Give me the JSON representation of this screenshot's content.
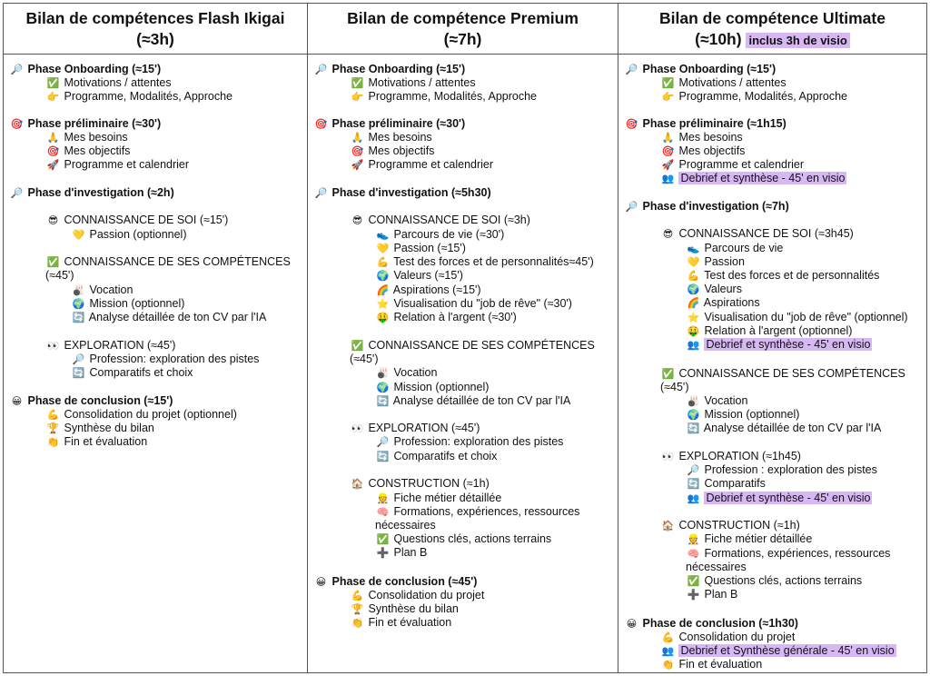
{
  "columns": [
    {
      "title": "Bilan de compétences Flash Ikigai",
      "duration": "(≈3h)",
      "badge": "",
      "lines": [
        {
          "icon": "🔎",
          "text": "Phase Onboarding (≈15')",
          "bold": true,
          "hl": false
        },
        {
          "icon": "✅",
          "text": "Motivations / attentes",
          "bold": false,
          "hl": false
        },
        {
          "icon": "👉",
          "text": "Programme, Modalités, Approche",
          "bold": false,
          "hl": false
        },
        {
          "icon": "🎯",
          "text": "Phase préliminaire (≈30')",
          "bold": true,
          "hl": false
        },
        {
          "icon": "🙏",
          "text": "Mes besoins",
          "bold": false,
          "hl": false
        },
        {
          "icon": "🎯",
          "text": "Mes objectifs",
          "bold": false,
          "hl": false
        },
        {
          "icon": "🚀",
          "text": "Programme et calendrier",
          "bold": false,
          "hl": false
        },
        {
          "icon": "🔎",
          "text": "Phase d'investigation (≈2h)",
          "bold": true,
          "hl": false
        },
        {
          "icon": "😎",
          "text": "CONNAISSANCE DE SOI (≈15')",
          "bold": false,
          "hl": false
        },
        {
          "icon": "💛",
          "text": "Passion (optionnel)",
          "bold": false,
          "hl": false
        },
        {
          "icon": "✅",
          "text": "CONNAISSANCE DE SES COMPÉTENCES",
          "bold": false,
          "hl": false
        },
        {
          "icon": "",
          "text": "(≈45')",
          "bold": false,
          "hl": false
        },
        {
          "icon": "🎳",
          "text": "Vocation",
          "bold": false,
          "hl": false
        },
        {
          "icon": "🌍",
          "text": "Mission (optionnel)",
          "bold": false,
          "hl": false
        },
        {
          "icon": "🔄",
          "text": "Analyse détaillée de ton CV par l'IA",
          "bold": false,
          "hl": false
        },
        {
          "icon": "👀",
          "text": "EXPLORATION (≈45')",
          "bold": false,
          "hl": false
        },
        {
          "icon": "🔎",
          "text": "Profession: exploration des pistes",
          "bold": false,
          "hl": false
        },
        {
          "icon": "🔄",
          "text": "Comparatifs et choix",
          "bold": false,
          "hl": false
        },
        {
          "icon": "😀",
          "text": "Phase de conclusion (≈15')",
          "bold": true,
          "hl": false
        },
        {
          "icon": "💪",
          "text": "Consolidation du projet (optionnel)",
          "bold": false,
          "hl": false
        },
        {
          "icon": "🏆",
          "text": "Synthèse du bilan",
          "bold": false,
          "hl": false
        },
        {
          "icon": "👏",
          "text": "Fin et évaluation",
          "bold": false,
          "hl": false
        }
      ]
    },
    {
      "title": "Bilan de compétence Premium",
      "duration": "(≈7h)",
      "badge": "",
      "lines": [
        {
          "icon": "🔎",
          "text": "Phase Onboarding (≈15')",
          "bold": true,
          "hl": false
        },
        {
          "icon": "✅",
          "text": "Motivations / attentes",
          "bold": false,
          "hl": false
        },
        {
          "icon": "👉",
          "text": "Programme, Modalités, Approche",
          "bold": false,
          "hl": false
        },
        {
          "icon": "🎯",
          "text": "Phase préliminaire (≈30')",
          "bold": true,
          "hl": false
        },
        {
          "icon": "🙏",
          "text": "Mes besoins",
          "bold": false,
          "hl": false
        },
        {
          "icon": "🎯",
          "text": "Mes objectifs",
          "bold": false,
          "hl": false
        },
        {
          "icon": "🚀",
          "text": "Programme et calendrier",
          "bold": false,
          "hl": false
        },
        {
          "icon": "🔎",
          "text": "Phase d'investigation (≈5h30)",
          "bold": true,
          "hl": false
        },
        {
          "icon": "😎",
          "text": "CONNAISSANCE DE SOI (≈3h)",
          "bold": false,
          "hl": false
        },
        {
          "icon": "👟",
          "text": "Parcours de vie (≈30')",
          "bold": false,
          "hl": false
        },
        {
          "icon": "💛",
          "text": "Passion (≈15')",
          "bold": false,
          "hl": false
        },
        {
          "icon": "💪",
          "text": "Test des forces et de personnalités≈45')",
          "bold": false,
          "hl": false
        },
        {
          "icon": "🌍",
          "text": "Valeurs (≈15')",
          "bold": false,
          "hl": false
        },
        {
          "icon": "🌈",
          "text": "Aspirations (≈15')",
          "bold": false,
          "hl": false
        },
        {
          "icon": "⭐",
          "text": "Visualisation du \"job de rêve\" (≈30')",
          "bold": false,
          "hl": false
        },
        {
          "icon": "🤑",
          "text": "Relation à l'argent (≈30')",
          "bold": false,
          "hl": false
        },
        {
          "icon": "✅",
          "text": "CONNAISSANCE DE SES COMPÉTENCES",
          "bold": false,
          "hl": false
        },
        {
          "icon": "",
          "text": "(≈45')",
          "bold": false,
          "hl": false
        },
        {
          "icon": "🎳",
          "text": "Vocation",
          "bold": false,
          "hl": false
        },
        {
          "icon": "🌍",
          "text": "Mission (optionnel)",
          "bold": false,
          "hl": false
        },
        {
          "icon": "🔄",
          "text": "Analyse détaillée de ton CV par l'IA",
          "bold": false,
          "hl": false
        },
        {
          "icon": "👀",
          "text": "EXPLORATION (≈45')",
          "bold": false,
          "hl": false
        },
        {
          "icon": "🔎",
          "text": "Profession: exploration des pistes",
          "bold": false,
          "hl": false
        },
        {
          "icon": "🔄",
          "text": "Comparatifs et choix",
          "bold": false,
          "hl": false
        },
        {
          "icon": "🏠",
          "text": "CONSTRUCTION (≈1h)",
          "bold": false,
          "hl": false
        },
        {
          "icon": "👷",
          "text": "Fiche métier détaillée",
          "bold": false,
          "hl": false
        },
        {
          "icon": "🧠",
          "text": "Formations, expériences, ressources",
          "bold": false,
          "hl": false
        },
        {
          "icon": "",
          "text": "nécessaires",
          "bold": false,
          "hl": false
        },
        {
          "icon": "✅",
          "text": "Questions clés, actions terrains",
          "bold": false,
          "hl": false
        },
        {
          "icon": "➕",
          "text": "Plan B",
          "bold": false,
          "hl": false
        },
        {
          "icon": "😀",
          "text": "Phase de conclusion (≈45')",
          "bold": true,
          "hl": false
        },
        {
          "icon": "💪",
          "text": "Consolidation du projet",
          "bold": false,
          "hl": false
        },
        {
          "icon": "🏆",
          "text": "Synthèse du bilan",
          "bold": false,
          "hl": false
        },
        {
          "icon": "👏",
          "text": "Fin et évaluation",
          "bold": false,
          "hl": false
        }
      ]
    },
    {
      "title": "Bilan de compétence Ultimate",
      "duration": "(≈10h)",
      "badge": "inclus 3h de visio",
      "lines": [
        {
          "icon": "🔎",
          "text": "Phase Onboarding (≈15')",
          "bold": true,
          "hl": false
        },
        {
          "icon": "✅",
          "text": "Motivations / attentes",
          "bold": false,
          "hl": false
        },
        {
          "icon": "👉",
          "text": "Programme, Modalités, Approche",
          "bold": false,
          "hl": false
        },
        {
          "icon": "🎯",
          "text": "Phase préliminaire (≈1h15)",
          "bold": true,
          "hl": false
        },
        {
          "icon": "🙏",
          "text": "Mes besoins",
          "bold": false,
          "hl": false
        },
        {
          "icon": "🎯",
          "text": "Mes objectifs",
          "bold": false,
          "hl": false
        },
        {
          "icon": "🚀",
          "text": "Programme et calendrier",
          "bold": false,
          "hl": false
        },
        {
          "icon": "👥",
          "text": "Debrief et synthèse -  45' en visio",
          "bold": false,
          "hl": true
        },
        {
          "icon": "🔎",
          "text": "Phase d'investigation (≈7h)",
          "bold": true,
          "hl": false
        },
        {
          "icon": "😎",
          "text": "CONNAISSANCE DE SOI (≈3h45)",
          "bold": false,
          "hl": false
        },
        {
          "icon": "👟",
          "text": "Parcours de vie",
          "bold": false,
          "hl": false
        },
        {
          "icon": "💛",
          "text": "Passion",
          "bold": false,
          "hl": false
        },
        {
          "icon": "💪",
          "text": "Test des forces et de personnalités",
          "bold": false,
          "hl": false
        },
        {
          "icon": "🌍",
          "text": "Valeurs",
          "bold": false,
          "hl": false
        },
        {
          "icon": "🌈",
          "text": "Aspirations",
          "bold": false,
          "hl": false
        },
        {
          "icon": "⭐",
          "text": "Visualisation du \"job de rêve\" (optionnel)",
          "bold": false,
          "hl": false
        },
        {
          "icon": "🤑",
          "text": "Relation à l'argent (optionnel)",
          "bold": false,
          "hl": false
        },
        {
          "icon": "👥",
          "text": "Debrief et synthèse -  45' en visio",
          "bold": false,
          "hl": true
        },
        {
          "icon": "✅",
          "text": "CONNAISSANCE DE SES COMPÉTENCES",
          "bold": false,
          "hl": false
        },
        {
          "icon": "",
          "text": "(≈45')",
          "bold": false,
          "hl": false
        },
        {
          "icon": "🎳",
          "text": "Vocation",
          "bold": false,
          "hl": false
        },
        {
          "icon": "🌍",
          "text": "Mission (optionnel)",
          "bold": false,
          "hl": false
        },
        {
          "icon": "🔄",
          "text": "Analyse détaillée de ton CV par l'IA",
          "bold": false,
          "hl": false
        },
        {
          "icon": "👀",
          "text": "EXPLORATION (≈1h45)",
          "bold": false,
          "hl": false
        },
        {
          "icon": "🔎",
          "text": "Profession : exploration des pistes",
          "bold": false,
          "hl": false
        },
        {
          "icon": "🔄",
          "text": "Comparatifs",
          "bold": false,
          "hl": false
        },
        {
          "icon": "👥",
          "text": "Debrief et synthèse - 45' en visio",
          "bold": false,
          "hl": true
        },
        {
          "icon": "🏠",
          "text": "CONSTRUCTION (≈1h)",
          "bold": false,
          "hl": false
        },
        {
          "icon": "👷",
          "text": "Fiche métier détaillée",
          "bold": false,
          "hl": false
        },
        {
          "icon": "🧠",
          "text": "Formations, expériences, ressources",
          "bold": false,
          "hl": false
        },
        {
          "icon": "",
          "text": "nécessaires",
          "bold": false,
          "hl": false
        },
        {
          "icon": "✅",
          "text": "Questions clés, actions terrains",
          "bold": false,
          "hl": false
        },
        {
          "icon": "➕",
          "text": "Plan B",
          "bold": false,
          "hl": false
        },
        {
          "icon": "😀",
          "text": "Phase de conclusion (≈1h30)",
          "bold": true,
          "hl": false
        },
        {
          "icon": "💪",
          "text": "Consolidation du projet",
          "bold": false,
          "hl": false
        },
        {
          "icon": "👥",
          "text": "Debrief et Synthèse générale -  45' en visio",
          "bold": false,
          "hl": true
        },
        {
          "icon": "👏",
          "text": "Fin et évaluation",
          "bold": false,
          "hl": false
        }
      ]
    }
  ]
}
